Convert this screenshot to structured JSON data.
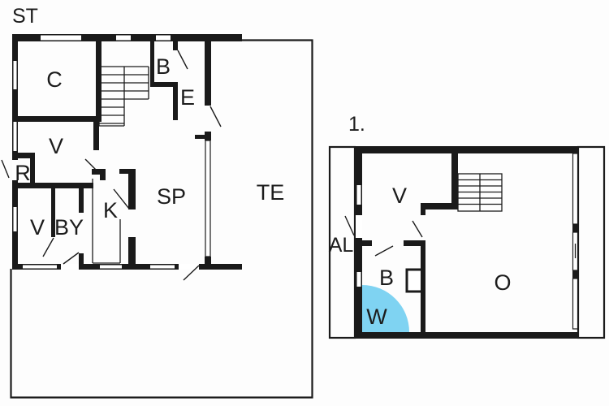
{
  "colors": {
    "wall": "#1a1a1a",
    "shower_fill": "#7fd3f2",
    "label": "#1c1c1c",
    "background": "#fdfdfd"
  },
  "plans": [
    {
      "id": "ground-floor",
      "title": "ST",
      "rooms": [
        {
          "label": "C"
        },
        {
          "label": "B"
        },
        {
          "label": "E"
        },
        {
          "label": "V"
        },
        {
          "label": "R"
        },
        {
          "label": "V"
        },
        {
          "label": "BY"
        },
        {
          "label": "K"
        },
        {
          "label": "SP"
        },
        {
          "label": "TE"
        }
      ]
    },
    {
      "id": "first-floor",
      "title": "1.",
      "rooms": [
        {
          "label": "V"
        },
        {
          "label": "AL"
        },
        {
          "label": "B"
        },
        {
          "label": "W"
        },
        {
          "label": "O"
        }
      ]
    }
  ]
}
